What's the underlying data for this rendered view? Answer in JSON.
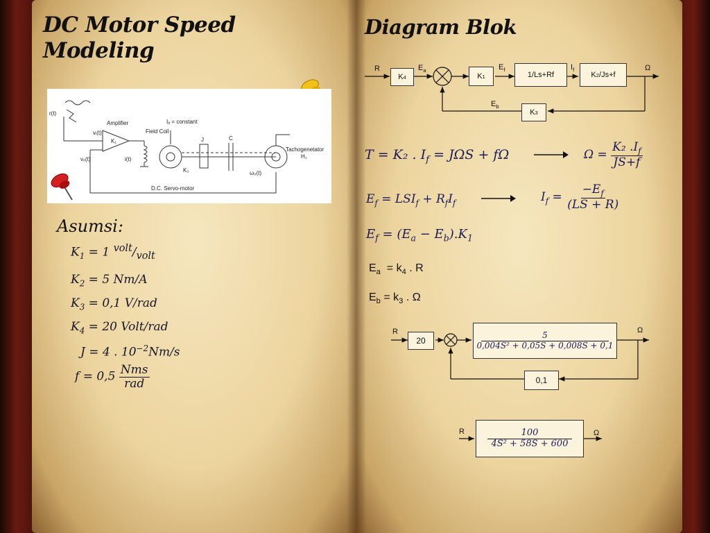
{
  "left": {
    "title_line1": "DC Motor Speed",
    "title_line2": "Modeling",
    "asumsi_label": "Asumsi:",
    "figure": {
      "input_label": "r(t)",
      "amplifier_label": "Amplifier",
      "vi_label": "vᵢ(t)",
      "k1_label": "K₁",
      "vo_label": "vₒ(t)",
      "field_coil_label": "Field\nCoil",
      "ia_label": "Iₐ = constant",
      "if_label": "i(t)",
      "j_label": "J",
      "c_label": "C",
      "k2_label": "K₂",
      "tacho_label": "Tachogenetator",
      "h1_label": "H₁",
      "omega_label": "ω₀(t)",
      "servo_label": "D.C. Servo-motor"
    },
    "assumptions": {
      "k1": {
        "lhs": "K",
        "sub": "1",
        "eq": " = 1 ",
        "num": "volt",
        "den": "volt"
      },
      "k2": {
        "lhs": "K",
        "sub": "2",
        "rhs": " = 5 Nm/A"
      },
      "k3": {
        "lhs": "K",
        "sub": "3",
        "rhs": " = 0,1 V/rad"
      },
      "k4": {
        "lhs": "K",
        "sub": "4",
        "rhs": " = 20 Volt/rad"
      },
      "j": {
        "pre": "J = 4 . 10",
        "sup": "−2",
        "post": "Nm/s"
      },
      "f": {
        "pre": "f = 0,5",
        "num": "Nms",
        "den": "rad"
      }
    }
  },
  "right": {
    "title": "Diagram Blok",
    "block1": {
      "R": "R",
      "K4": "K",
      "K4_sub": "4",
      "Ea": "E",
      "Ea_sub": "a",
      "K1": "K",
      "K1_sub": "1",
      "Ef": "E",
      "Ef_sub": "f",
      "tf1": "1/Ls+Rf",
      "If": "I",
      "If_sub": "f",
      "tf2_pre": "K",
      "tf2_sub": "2",
      "tf2_post": "/Js+f",
      "Omega": "Ω",
      "Eb": "E",
      "Eb_sub": "b",
      "K3": "K",
      "K3_sub": "3"
    },
    "eq1": {
      "lhs": "T = K₂ . I",
      "lhs_sub": "f",
      "mid": " = JΩS + fΩ",
      "res_pre": "Ω = ",
      "res_num": "K₂ .I",
      "res_num_sub": "f",
      "res_den": "JS+f"
    },
    "eq2": {
      "lhs": "E",
      "lhs_sub": "f",
      "mid": " = LSI",
      "mid_sub": "f",
      "mid2": " + R",
      "mid2_sub": "f",
      "mid3": "I",
      "mid3_sub": "f",
      "res_pre": "I",
      "res_pre_sub": "f",
      "res_eq": " = ",
      "res_num": "−E",
      "res_num_sub": "f",
      "res_den": "(LS + R)"
    },
    "eq3": {
      "text1": "E",
      "sub1": "f",
      "text2": " = (E",
      "sub2": "a",
      "text3": " − E",
      "sub3": "b",
      "text4": ").K",
      "sub4": "1"
    },
    "ea_line": {
      "pre": "E",
      "sub": "a",
      "mid": "  = k",
      "sub2": "4",
      "post": " . R"
    },
    "eb_line": {
      "pre": "E",
      "sub": "b",
      "mid": " = k",
      "sub2": "3",
      "post": " . Ω"
    },
    "block2": {
      "R": "R",
      "gain": "20",
      "tf_num": "5",
      "tf_den": "0,004S² + 0,05S + 0,008S + 0,1",
      "Omega": "Ω",
      "feedback": "0,1"
    },
    "block3": {
      "R": "R",
      "tf_num": "100",
      "tf_den": "4S² + 58S + 600",
      "Omega": "Ω"
    }
  },
  "colors": {
    "page": "#ecd49e",
    "cover": "#6a1a10",
    "ink": "#111111",
    "pin_yellow": "#f2c21a",
    "pin_red": "#d42020"
  }
}
